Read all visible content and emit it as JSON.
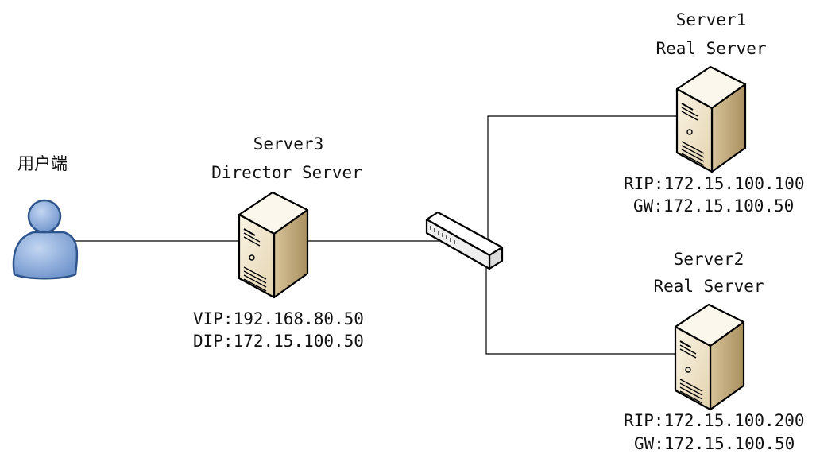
{
  "client": {
    "label": "用户端"
  },
  "director": {
    "name": "Server3",
    "role": "Director Server",
    "vip": "VIP:192.168.80.50",
    "dip": "DIP:172.15.100.50"
  },
  "real_servers": [
    {
      "name": "Server1",
      "role": "Real Server",
      "rip": "RIP:172.15.100.100",
      "gw": "GW:172.15.100.50"
    },
    {
      "name": "Server2",
      "role": "Real Server",
      "rip": "RIP:172.15.100.200",
      "gw": "GW:172.15.100.50"
    }
  ],
  "colors": {
    "line": "#000000",
    "server_front": "#f2e7cf",
    "server_side": "#c9b48a",
    "server_top": "#fbf6ea",
    "user_body": "#8fb0dd",
    "user_outline": "#3a5f95",
    "switch_body": "#f2f2f2"
  },
  "icons": {
    "client": "user-icon",
    "director": "server-icon",
    "switch": "network-switch-icon"
  }
}
